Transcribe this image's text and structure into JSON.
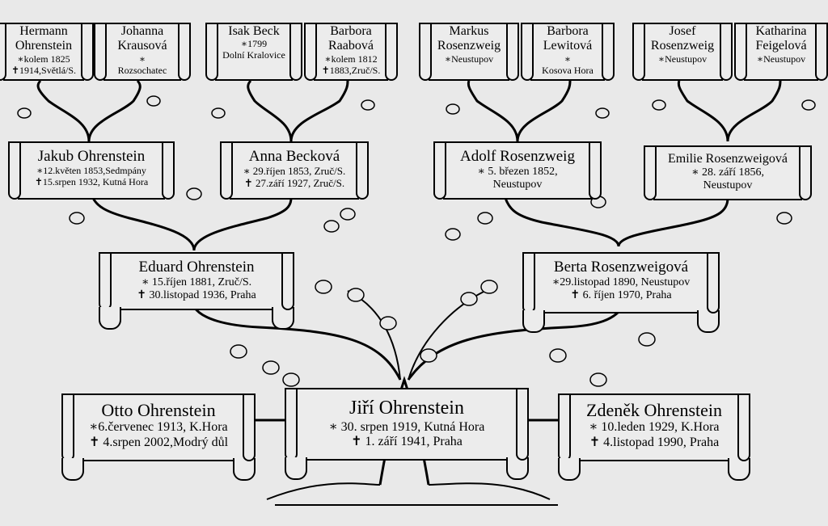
{
  "colors": {
    "background": "#e9e9e9",
    "ink": "#000000"
  },
  "great_grandparents": [
    {
      "name": "Hermann Ohrenstein",
      "lines": [
        "∗kolem 1825",
        "✝1914,Světlá/S."
      ]
    },
    {
      "name": "Johanna Krausová",
      "lines": [
        "∗",
        "Rozsochatec"
      ]
    },
    {
      "name": "Isak Beck",
      "lines": [
        "∗1799",
        "Dolní Kralovice"
      ]
    },
    {
      "name": "Barbora Raabová",
      "lines": [
        "∗kolem 1812",
        "✝1883,Zruč/S."
      ]
    },
    {
      "name": "Markus Rosenzweig",
      "lines": [
        "∗Neustupov"
      ]
    },
    {
      "name": "Barbora Lewitová",
      "lines": [
        "∗",
        "Kosova Hora"
      ]
    },
    {
      "name": "Josef Rosenzweig",
      "lines": [
        "∗Neustupov"
      ]
    },
    {
      "name": "Katharina Feigelová",
      "lines": [
        "∗Neustupov"
      ]
    }
  ],
  "grandparents": [
    {
      "name": "Jakub Ohrenstein",
      "lines": [
        "∗12.květen 1853,Sedmpány",
        "✝15.srpen 1932, Kutná Hora"
      ]
    },
    {
      "name": "Anna Becková",
      "lines": [
        "∗ 29.říjen 1853, Zruč/S.",
        "✝ 27.září 1927, Zruč/S."
      ]
    },
    {
      "name": "Adolf Rosenzweig",
      "lines": [
        "∗ 5. březen 1852,",
        "Neustupov"
      ]
    },
    {
      "name": "Emilie Rosenzweigová",
      "lines": [
        "∗ 28. září 1856,",
        "Neustupov"
      ]
    }
  ],
  "parents": [
    {
      "name": "Eduard Ohrenstein",
      "lines": [
        "∗ 15.říjen 1881, Zruč/S.",
        "✝ 30.listopad 1936, Praha"
      ]
    },
    {
      "name": "Berta Rosenzweigová",
      "lines": [
        "∗29.listopad 1890, Neustupov",
        "✝ 6. říjen 1970, Praha"
      ]
    }
  ],
  "children": [
    {
      "name": "Otto Ohrenstein",
      "lines": [
        "∗6.červenec 1913, K.Hora",
        "✝ 4.srpen 2002,Modrý důl"
      ]
    },
    {
      "name": "Jiří Ohrenstein",
      "lines": [
        "∗ 30. srpen 1919, Kutná Hora",
        "✝ 1. září 1941, Praha"
      ]
    },
    {
      "name": "Zdeněk Ohrenstein",
      "lines": [
        "∗ 10.leden 1929, K.Hora",
        "✝ 4.listopad 1990, Praha"
      ]
    }
  ]
}
